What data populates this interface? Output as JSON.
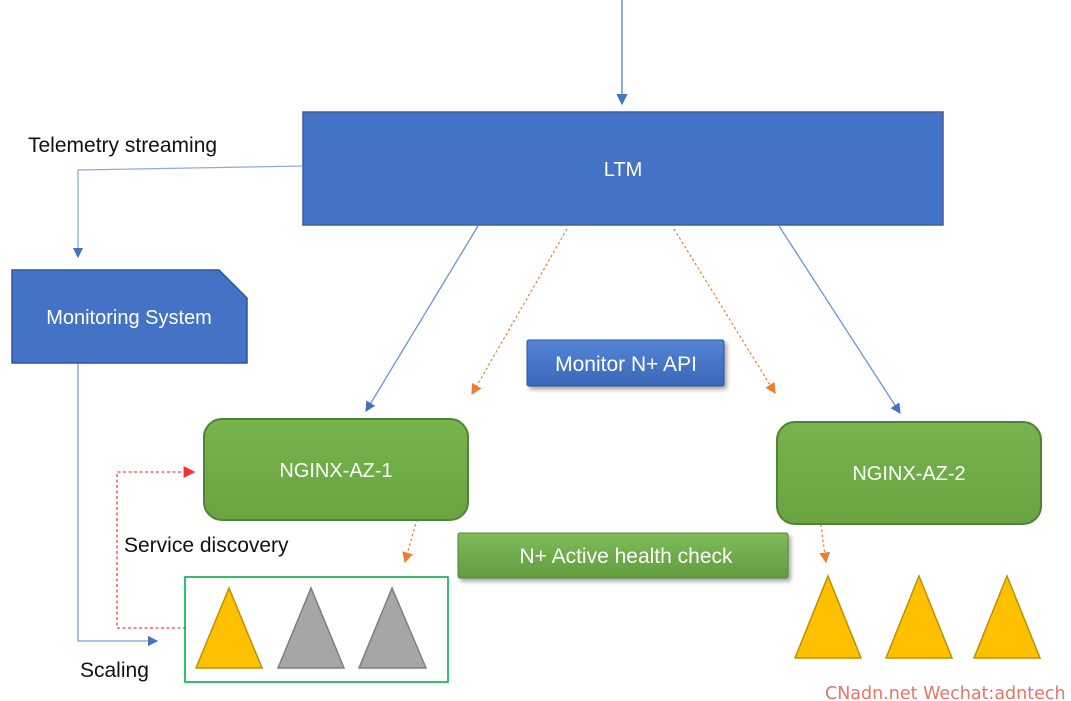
{
  "nodes": {
    "ltm": "LTM",
    "monitoring_system": "Monitoring System",
    "monitor_api": "Monitor N+ API",
    "nginx_az1": "NGINX-AZ-1",
    "nginx_az2": "NGINX-AZ-2",
    "health_check": "N+ Active health check"
  },
  "labels": {
    "telemetry_streaming": "Telemetry streaming",
    "service_discovery": "Service discovery",
    "scaling": "Scaling"
  },
  "watermark": "CNadn.net Wechat:adntech",
  "instance_groups": {
    "az1": {
      "instances": [
        "active",
        "standby",
        "standby"
      ],
      "boxed": true
    },
    "az2": {
      "instances": [
        "active",
        "active",
        "active"
      ],
      "boxed": false
    }
  },
  "colors": {
    "node_blue": "#4472C4",
    "node_blue_border": "#2F5597",
    "node_green": "#70AD47",
    "node_green_border": "#538135",
    "connector_blue": "#6D92D4",
    "connector_blue_light": "#8FAADC",
    "connector_orange": "#ED7D31",
    "connector_red": "#FF4040",
    "group_border_green": "#00B050",
    "triangle_active": "#FFC000",
    "triangle_active_border": "#BF9000",
    "triangle_standby": "#A6A6A6",
    "triangle_standby_border": "#7F7F7F",
    "watermark_color": "#E87369"
  }
}
